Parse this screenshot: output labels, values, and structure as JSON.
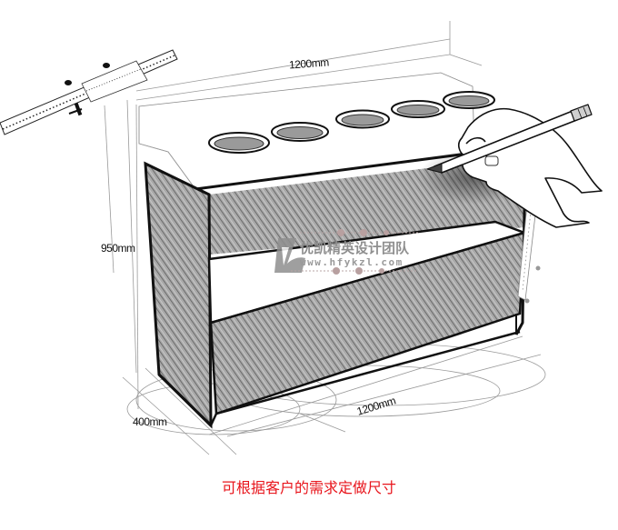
{
  "drawing": {
    "subject": "display cabinet sketch with cup holes",
    "dimensions": {
      "width_top": "1200mm",
      "height": "950mm",
      "depth": "400mm",
      "width_base": "1200mm"
    },
    "cup_holes_count": 5,
    "watermark": {
      "title": "优凯精英设计团队",
      "url": "www.hfykzl.com",
      "logo_icon": "stylized-L-logo-icon"
    },
    "caption": "可根据客户的需求定做尺寸",
    "colors": {
      "caption": "#e8141b",
      "line": "#111111",
      "guide": "#9a9a9a",
      "watermark": "#8f8f8f",
      "panel_fill": "#8a8a8a",
      "shelf_fill": "#ffffff"
    }
  }
}
